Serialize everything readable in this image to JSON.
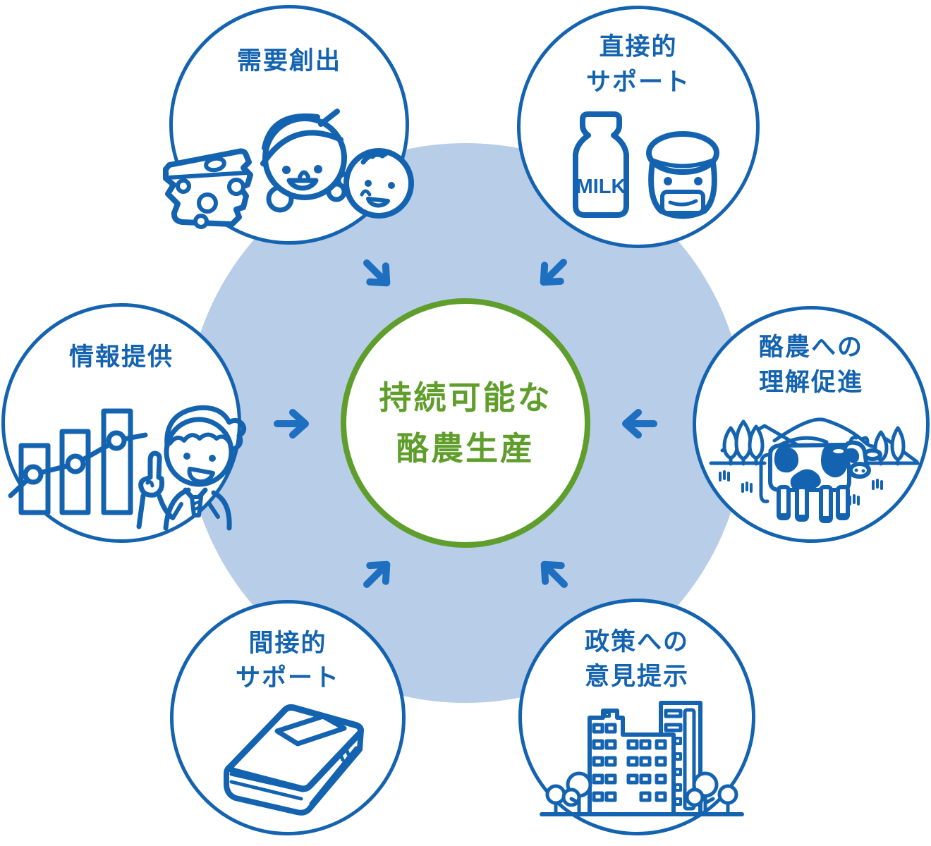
{
  "center": {
    "line1": "持続可能な",
    "line2": "酪農生産"
  },
  "nodes": {
    "demand": {
      "label": "需要創出"
    },
    "direct_support": {
      "line1": "直接的",
      "line2": "サポート"
    },
    "dairy_understanding": {
      "line1": "酪農への",
      "line2": "理解促進"
    },
    "policy_opinion": {
      "line1": "政策への",
      "line2": "意見提示"
    },
    "indirect_support": {
      "line1": "間接的",
      "line2": "サポート"
    },
    "info_provision": {
      "label": "情報提供"
    }
  },
  "milk_label": "MILK",
  "icons": {
    "demand": "cheese-and-family-icon",
    "direct_support": "milk-bottle-and-yogurt-icon",
    "dairy_understanding": "cow-pasture-icon",
    "policy_opinion": "city-buildings-icon",
    "indirect_support": "book-icon",
    "info_provision": "bar-chart-presenter-icon"
  },
  "colors": {
    "outline_blue": "#1463b0",
    "arrow_blue": "#1e6fc0",
    "background_circle_blue": "#b7cde8",
    "center_green": "#609e2c",
    "canvas_white": "#ffffff"
  }
}
